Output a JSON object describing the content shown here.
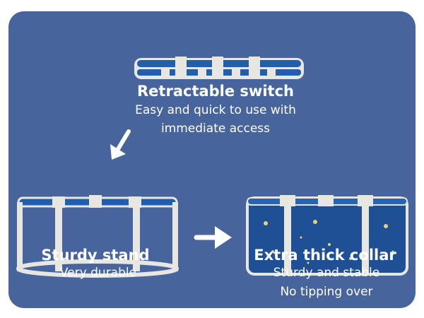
{
  "colors": {
    "background": "#48649d",
    "fabric": "#1f4f95",
    "frame": "#e8e6e0",
    "text": "#ffffff"
  },
  "top": {
    "title": "Retractable switch",
    "lines": [
      "Easy and quick to use with",
      "immediate access"
    ]
  },
  "left": {
    "title": "Sturdy stand",
    "lines": [
      "Very durable"
    ]
  },
  "right": {
    "title": "Extra thick collar",
    "lines": [
      "Sturdy and stable",
      "No tipping over"
    ]
  },
  "icons": [
    "arrow-down-left-icon",
    "arrow-right-icon"
  ]
}
